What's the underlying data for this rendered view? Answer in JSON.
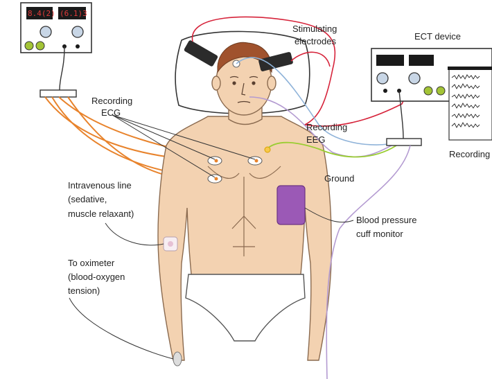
{
  "labels": {
    "stimulating_1": "Stimulating",
    "stimulating_2": "electrodes",
    "ect_device": "ECT device",
    "recording_ecg_1": "Recording",
    "recording_ecg_2": "ECG",
    "recording_eeg_1": "Recording",
    "recording_eeg_2": "EEG",
    "ground": "Ground",
    "iv_1": "Intravenous line",
    "iv_2": "(sedative,",
    "iv_3": "muscle relaxant)",
    "oxi_1": "To oximeter",
    "oxi_2": "(blood-oxygen",
    "oxi_3": "tension)",
    "bp_1": "Blood pressure",
    "bp_2": "cuff monitor",
    "recording": "Recording"
  },
  "ecg_monitor": {
    "display_1": "8.4(2)",
    "display_2": "(6.1)3"
  },
  "colors": {
    "skin": "#f3d2b1",
    "skin_outline": "#8a6a4f",
    "ecg_wire": "#e8832c",
    "stim_wire": "#d6233a",
    "eeg_wire_1": "#8fb3d9",
    "eeg_wire_2": "#b39ad1",
    "ground_wire": "#9acd32",
    "bp_cuff": "#9b59b6",
    "hair": "#a0522d"
  },
  "icons": [
    "electrode-pad-icon",
    "knob-icon",
    "led-icon",
    "display-icon"
  ]
}
